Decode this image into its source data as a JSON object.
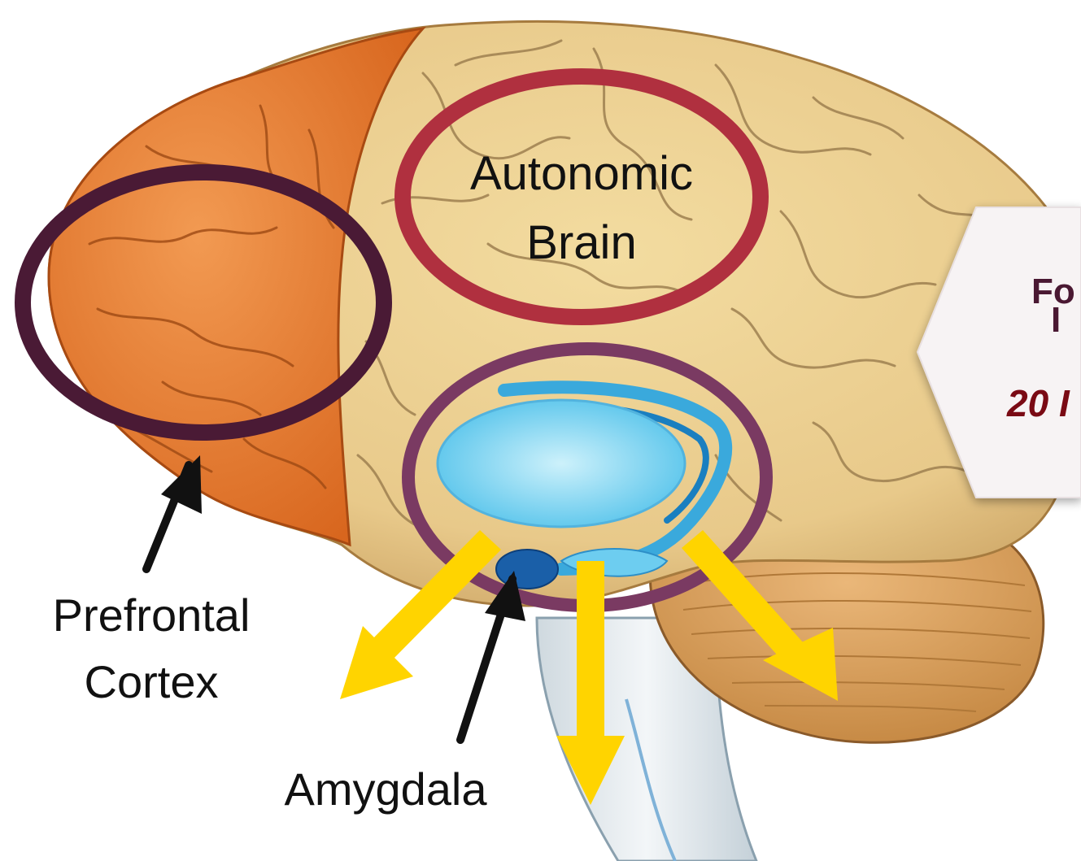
{
  "labels": {
    "autonomic_line1": "Autonomic",
    "autonomic_line2": "Brain",
    "prefrontal_line1": "Prefrontal",
    "prefrontal_line2": "Cortex",
    "amygdala": "Amygdala"
  },
  "callout": {
    "line1": "Fo",
    "line2": "I",
    "line3": "20 I"
  },
  "colors": {
    "prefrontal_ring": "#4a1a35",
    "autonomic_ring": "#b0303f",
    "amygdala_ring": "#7a3a62",
    "arrows": "#ffd400",
    "callout_title": "#4a1832",
    "callout_sub": "#7a0a14"
  }
}
